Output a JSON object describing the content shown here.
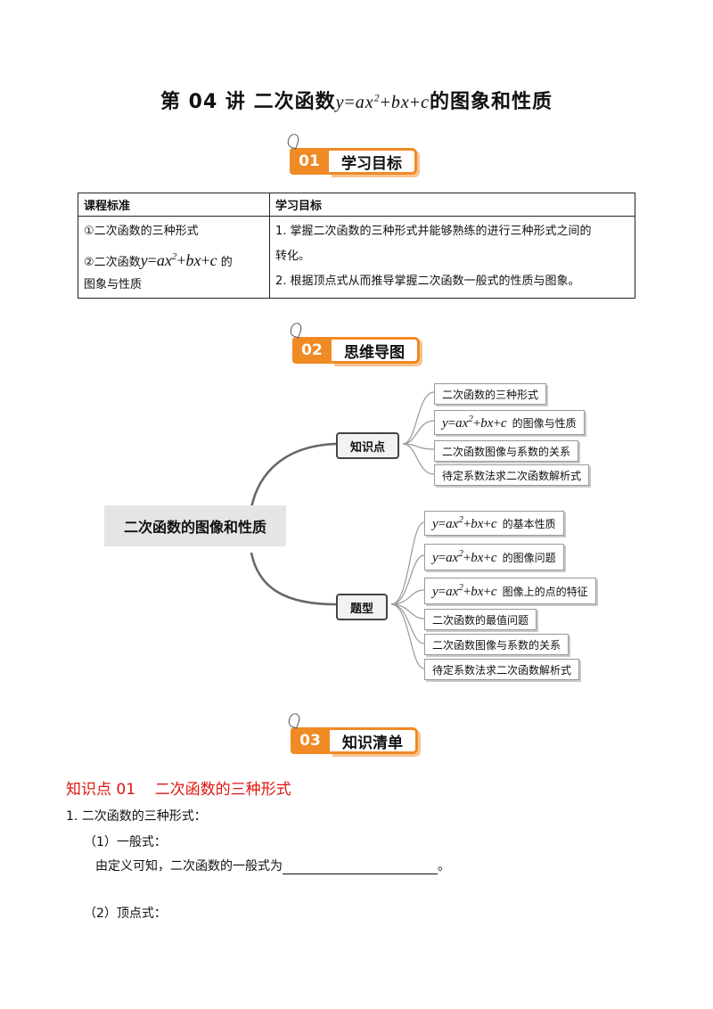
{
  "title": {
    "prefix": "第 04 讲  二次函数",
    "formula": "y = ax² + bx + c",
    "suffix": "的图象和性质"
  },
  "sections": [
    {
      "num": "01",
      "label": "学习目标"
    },
    {
      "num": "02",
      "label": "思维导图"
    },
    {
      "num": "03",
      "label": "知识清单"
    }
  ],
  "objectives_table": {
    "headers": [
      "课程标准",
      "学习目标"
    ],
    "left": {
      "line1": "①二次函数的三种形式",
      "line2_prefix": "②二次函数",
      "line2_suffix": "的",
      "line3": "图象与性质"
    },
    "right": {
      "line1": "1. 掌握二次函数的三种形式并能够熟练的进行三种形式之间的",
      "line2": "转化。",
      "line3": "2. 根据顶点式从而推导掌握二次函数一般式的性质与图象。"
    }
  },
  "mindmap": {
    "root": "二次函数的图像和性质",
    "branches": [
      {
        "label": "知识点",
        "items": [
          "二次函数的三种形式",
          "的图像与性质",
          "二次函数图像与系数的关系",
          "待定系数法求二次函数解析式"
        ]
      },
      {
        "label": "题型",
        "items": [
          "的基本性质",
          "的图像问题",
          "图像上的点的特征",
          "二次函数的最值问题",
          "二次函数图像与系数的关系",
          "待定系数法求二次函数解析式"
        ]
      }
    ]
  },
  "knowledge": {
    "heading": "知识点 01    二次函数的三种形式",
    "line1": "1. 二次函数的三种形式：",
    "line2": "（1）一般式：",
    "line3_prefix": "由定义可知，二次函数的一般式为",
    "line3_suffix": "。",
    "line4": "（2）顶点式："
  },
  "colors": {
    "accent": "#f08a24",
    "heading_red": "#e0140f"
  }
}
